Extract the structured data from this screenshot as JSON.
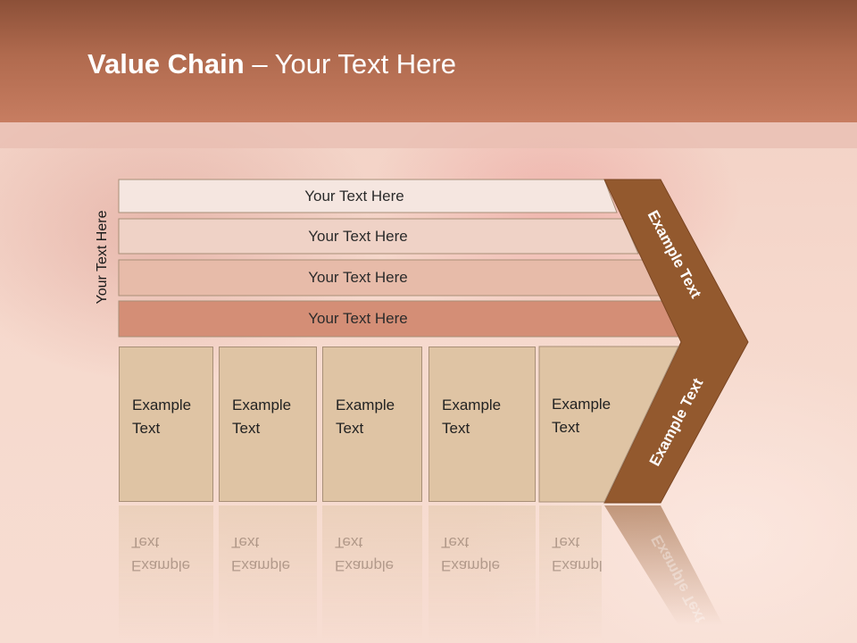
{
  "title": {
    "bold": "Value Chain",
    "rest": " – Your Text Here"
  },
  "side_label": "Your Text Here",
  "rows": [
    {
      "label": "Your Text Here"
    },
    {
      "label": "Your Text Here"
    },
    {
      "label": "Your Text Here"
    },
    {
      "label": "Your Text Here"
    }
  ],
  "boxes": [
    {
      "line1": "Example",
      "line2": "Text"
    },
    {
      "line1": "Example",
      "line2": "Text"
    },
    {
      "line1": "Example",
      "line2": "Text"
    },
    {
      "line1": "Example",
      "line2": "Text"
    },
    {
      "line1": "Example",
      "line2": "Text"
    }
  ],
  "chevron": {
    "top_label": "Example Text",
    "bottom_label": "Example Text"
  },
  "colors": {
    "header": "#b06a4e",
    "row_shades": [
      "#f5e6e0",
      "#efd2c6",
      "#e7bba9",
      "#d48e76"
    ],
    "box_fill": "#dfc4a4",
    "chevron": "#93592e"
  }
}
